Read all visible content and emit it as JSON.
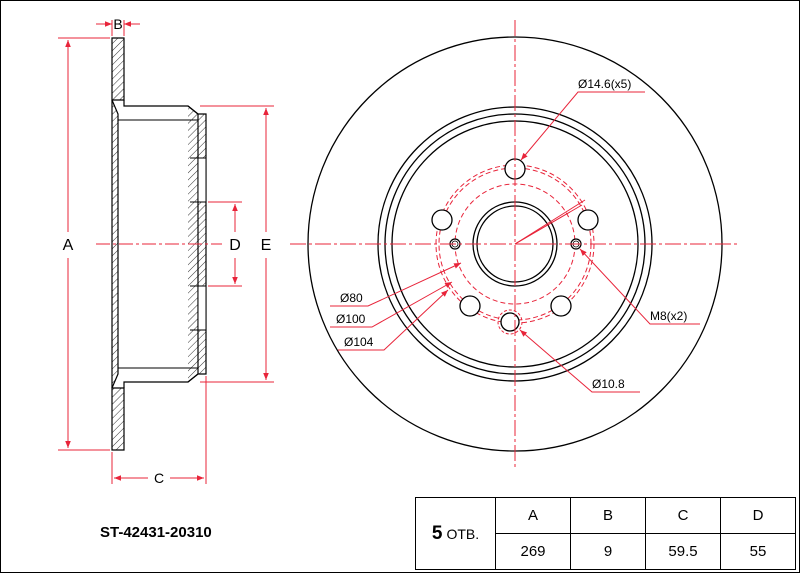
{
  "colors": {
    "line": "#000000",
    "dim_red": "#e8243a",
    "centerline": "#e8243a",
    "hidden_pcd": "#e8243a",
    "hatch": "#000000"
  },
  "side_view": {
    "dim_labels": {
      "b": "B",
      "a": "A",
      "d": "D",
      "e": "E",
      "c": "C"
    }
  },
  "front_view": {
    "callouts": {
      "bolt_hole": "Ø14.6(x5)",
      "thread": "M8(x2)",
      "locator": "Ø10.8",
      "d80": "Ø80",
      "d100": "Ø100",
      "d104": "Ø104"
    }
  },
  "part_number": "ST-42431-20310",
  "spec_table": {
    "holes_count": "5",
    "holes_unit": "ОТВ.",
    "headers": [
      "A",
      "B",
      "C",
      "D"
    ],
    "values": [
      "269",
      "9",
      "59.5",
      "55"
    ]
  }
}
